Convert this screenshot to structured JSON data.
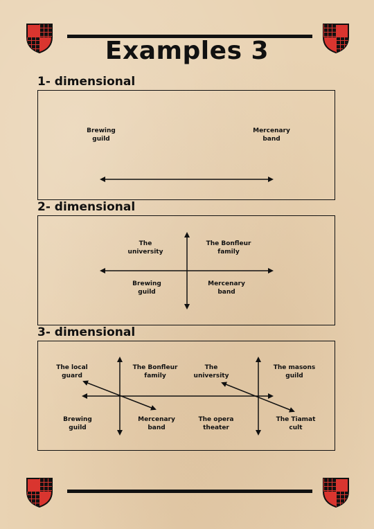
{
  "title": "Examples 3",
  "sections": [
    {
      "heading": "1- dimensional",
      "labels": [
        {
          "text": "Brewing\nguild"
        },
        {
          "text": "Mercenary\nband"
        }
      ]
    },
    {
      "heading": "2- dimensional",
      "labels": [
        {
          "text": "The\nuniversity"
        },
        {
          "text": "The Bonfleur\nfamily"
        },
        {
          "text": "Brewing\nguild"
        },
        {
          "text": "Mercenary\nband"
        }
      ]
    },
    {
      "heading": "3- dimensional",
      "labels": [
        {
          "text": "The local\nguard"
        },
        {
          "text": "The Bonfleur\nfamily"
        },
        {
          "text": "The\nuniversity"
        },
        {
          "text": "The masons\nguild"
        },
        {
          "text": "Brewing\nguild"
        },
        {
          "text": "Mercenary\nband"
        },
        {
          "text": "The opera\ntheater"
        },
        {
          "text": "The Tiamat\ncult"
        }
      ]
    }
  ],
  "colors": {
    "shield_red": "#d9352f",
    "shield_dark": "#111111",
    "parchment": "#e9d3b3"
  },
  "icons": [
    "shield-icon"
  ]
}
